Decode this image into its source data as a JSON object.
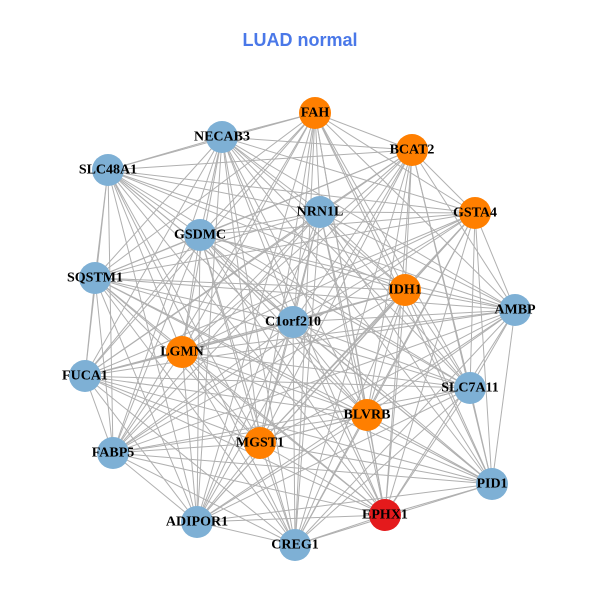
{
  "title": "LUAD normal",
  "colors": {
    "title": "#4a78e8",
    "blue": "#7eb0d5",
    "orange": "#ff7f00",
    "red": "#e41a1c",
    "edge": "#b0b0b0"
  },
  "nodes": [
    {
      "id": "FAH",
      "group": "orange"
    },
    {
      "id": "NECAB3",
      "group": "blue"
    },
    {
      "id": "BCAT2",
      "group": "orange"
    },
    {
      "id": "SLC48A1",
      "group": "blue"
    },
    {
      "id": "NRN1L",
      "group": "blue"
    },
    {
      "id": "GSTA4",
      "group": "orange"
    },
    {
      "id": "GSDMC",
      "group": "blue"
    },
    {
      "id": "SQSTM1",
      "group": "blue"
    },
    {
      "id": "IDH1",
      "group": "orange"
    },
    {
      "id": "AMBP",
      "group": "blue"
    },
    {
      "id": "C1orf210",
      "group": "blue"
    },
    {
      "id": "LGMN",
      "group": "orange"
    },
    {
      "id": "FUCA1",
      "group": "blue"
    },
    {
      "id": "SLC7A11",
      "group": "blue"
    },
    {
      "id": "BLVRB",
      "group": "orange"
    },
    {
      "id": "MGST1",
      "group": "orange"
    },
    {
      "id": "FABP5",
      "group": "blue"
    },
    {
      "id": "PID1",
      "group": "blue"
    },
    {
      "id": "EPHX1",
      "group": "red"
    },
    {
      "id": "ADIPOR1",
      "group": "blue"
    },
    {
      "id": "CREG1",
      "group": "blue"
    }
  ],
  "edges": "all-pairs"
}
